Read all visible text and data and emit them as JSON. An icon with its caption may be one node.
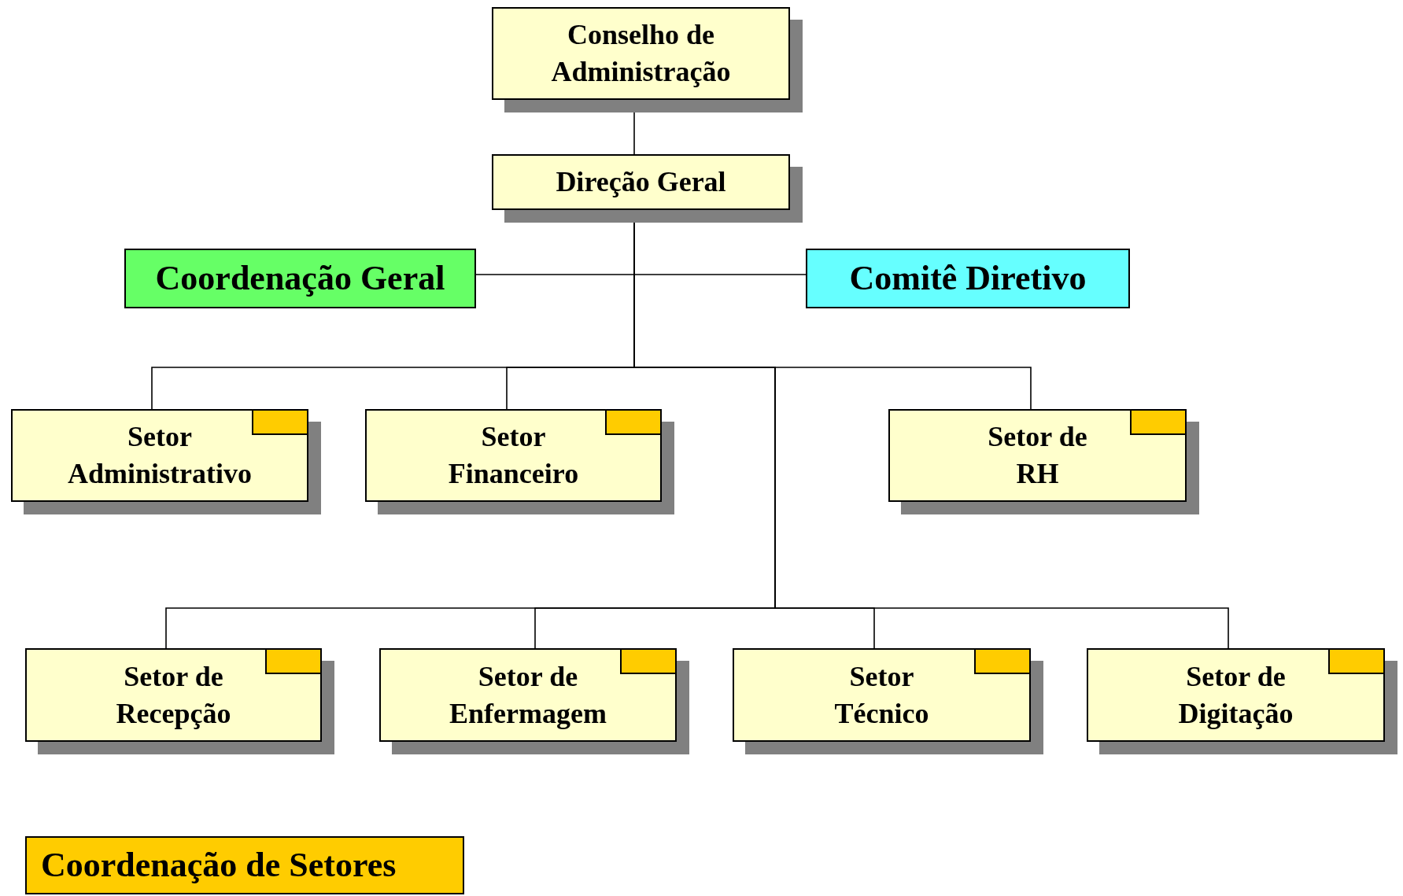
{
  "diagram": {
    "nodes": [
      {
        "text": [
          "Conselho de Administração"
        ]
      },
      {
        "text": [
          "Direção Geral"
        ]
      },
      {
        "text": [
          "Coordenação Geral"
        ]
      },
      {
        "text": [
          "Comitê Diretivo"
        ]
      },
      {
        "text": [
          "Setor Administrativo"
        ]
      },
      {
        "text": [
          "Setor Financeiro"
        ]
      },
      {
        "text": [
          "Setor de RH"
        ]
      },
      {
        "text": [
          "Setor de Recepção"
        ]
      },
      {
        "text": [
          "Setor de Enfermagem"
        ]
      },
      {
        "text": [
          "Setor Técnico"
        ]
      },
      {
        "text": [
          "Setor de Digitação"
        ]
      },
      {
        "text": [
          "Coordenação de Setores"
        ]
      }
    ],
    "edges": [
      {
        "from": 0,
        "to": 1,
        "arrow": "none"
      },
      {
        "from": 1,
        "to": 2,
        "arrow": "none"
      },
      {
        "from": 1,
        "to": 3,
        "arrow": "none"
      },
      {
        "from": 1,
        "to": 4,
        "arrow": "none"
      },
      {
        "from": 1,
        "to": 5,
        "arrow": "none"
      },
      {
        "from": 1,
        "to": 6,
        "arrow": "none"
      },
      {
        "from": 1,
        "to": 7,
        "arrow": "none"
      },
      {
        "from": 1,
        "to": 8,
        "arrow": "none"
      },
      {
        "from": 1,
        "to": 9,
        "arrow": "none"
      },
      {
        "from": 1,
        "to": 10,
        "arrow": "none"
      }
    ]
  }
}
